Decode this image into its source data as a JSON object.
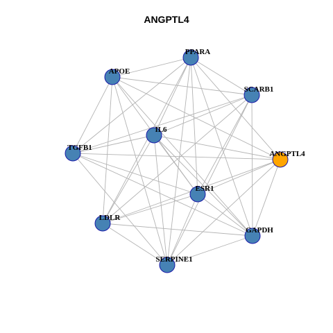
{
  "title": "ANGPTL4",
  "colors": {
    "node_default": "#4682b4",
    "node_highlight": "#ffa500",
    "node_border": "#1a1aa8",
    "edge": "#b3b3b3"
  },
  "nodes": [
    {
      "id": "PPARA",
      "label": "PPARA",
      "highlight": false
    },
    {
      "id": "APOE",
      "label": "APOE",
      "highlight": false
    },
    {
      "id": "SCARB1",
      "label": "SCARB1",
      "highlight": false
    },
    {
      "id": "IL6",
      "label": "IL6",
      "highlight": false
    },
    {
      "id": "TGFB1",
      "label": "TGFB1",
      "highlight": false
    },
    {
      "id": "ANGPTL4",
      "label": "ANGPTL4",
      "highlight": true
    },
    {
      "id": "ESR1",
      "label": "ESR1",
      "highlight": false
    },
    {
      "id": "LDLR",
      "label": "LDLR",
      "highlight": false
    },
    {
      "id": "GAPDH",
      "label": "GAPDH",
      "highlight": false
    },
    {
      "id": "SERPINE1",
      "label": "SERPINE1",
      "highlight": false
    }
  ],
  "edges": [
    [
      "PPARA",
      "APOE"
    ],
    [
      "PPARA",
      "TGFB1"
    ],
    [
      "PPARA",
      "IL6"
    ],
    [
      "PPARA",
      "ANGPTL4"
    ],
    [
      "PPARA",
      "ESR1"
    ],
    [
      "PPARA",
      "GAPDH"
    ],
    [
      "PPARA",
      "LDLR"
    ],
    [
      "PPARA",
      "SERPINE1"
    ],
    [
      "PPARA",
      "SCARB1"
    ],
    [
      "APOE",
      "SCARB1"
    ],
    [
      "APOE",
      "TGFB1"
    ],
    [
      "APOE",
      "LDLR"
    ],
    [
      "APOE",
      "ESR1"
    ],
    [
      "APOE",
      "SERPINE1"
    ],
    [
      "APOE",
      "GAPDH"
    ],
    [
      "APOE",
      "ANGPTL4"
    ],
    [
      "SCARB1",
      "IL6"
    ],
    [
      "SCARB1",
      "TGFB1"
    ],
    [
      "SCARB1",
      "LDLR"
    ],
    [
      "SCARB1",
      "GAPDH"
    ],
    [
      "SCARB1",
      "ESR1"
    ],
    [
      "SCARB1",
      "SERPINE1"
    ],
    [
      "IL6",
      "TGFB1"
    ],
    [
      "IL6",
      "ANGPTL4"
    ],
    [
      "IL6",
      "ESR1"
    ],
    [
      "IL6",
      "LDLR"
    ],
    [
      "IL6",
      "GAPDH"
    ],
    [
      "IL6",
      "SERPINE1"
    ],
    [
      "TGFB1",
      "ANGPTL4"
    ],
    [
      "TGFB1",
      "ESR1"
    ],
    [
      "TGFB1",
      "GAPDH"
    ],
    [
      "TGFB1",
      "SERPINE1"
    ],
    [
      "ANGPTL4",
      "ESR1"
    ],
    [
      "ANGPTL4",
      "LDLR"
    ],
    [
      "ANGPTL4",
      "GAPDH"
    ],
    [
      "ANGPTL4",
      "SERPINE1"
    ],
    [
      "ESR1",
      "LDLR"
    ],
    [
      "ESR1",
      "SERPINE1"
    ],
    [
      "ESR1",
      "GAPDH"
    ],
    [
      "LDLR",
      "GAPDH"
    ],
    [
      "LDLR",
      "SERPINE1"
    ],
    [
      "GAPDH",
      "SERPINE1"
    ]
  ]
}
